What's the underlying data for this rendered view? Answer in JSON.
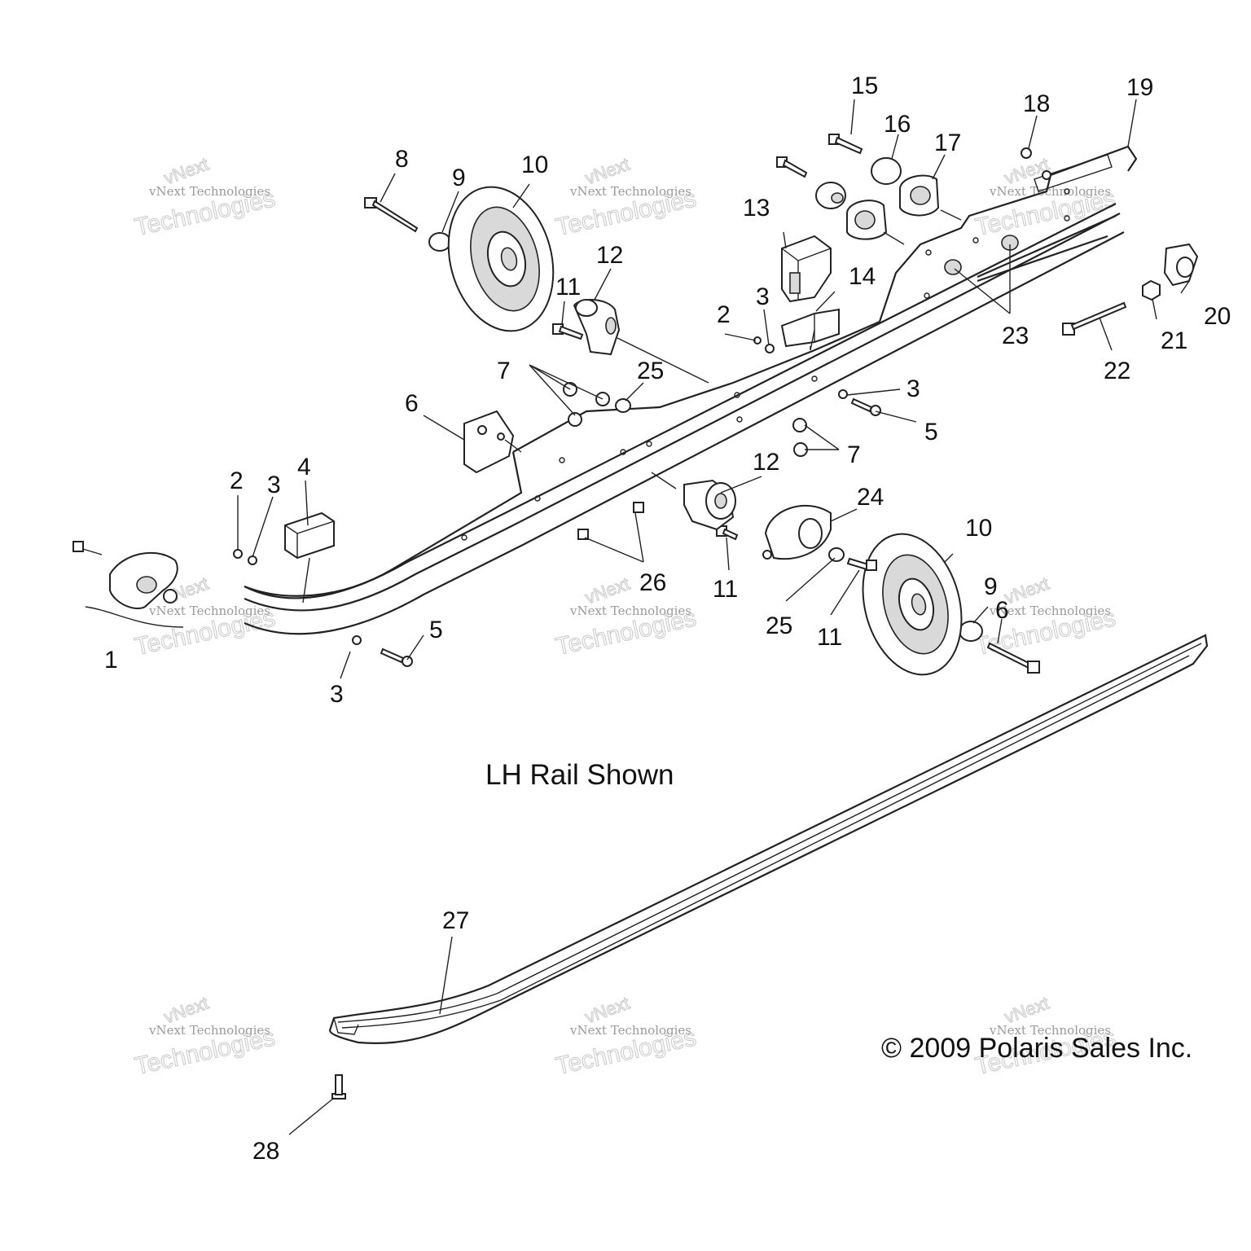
{
  "caption": "LH Rail Shown",
  "copyright": "© 2009 Polaris Sales Inc.",
  "watermark": {
    "line1": "vNext Technologies",
    "line2": "vNext",
    "line3": "Technologies"
  },
  "callouts": {
    "c1": "1",
    "c2a": "2",
    "c2b": "2",
    "c3a": "3",
    "c3b": "3",
    "c3c": "3",
    "c3d": "3",
    "c4": "4",
    "c5a": "5",
    "c5b": "5",
    "c6a": "6",
    "c6b": "6",
    "c7a": "7",
    "c7b": "7",
    "c8": "8",
    "c9a": "9",
    "c9b": "9",
    "c10a": "10",
    "c10b": "10",
    "c11a": "11",
    "c11b": "11",
    "c11c": "11",
    "c12a": "12",
    "c12b": "12",
    "c13": "13",
    "c14": "14",
    "c15": "15",
    "c16": "16",
    "c17": "17",
    "c18": "18",
    "c19": "19",
    "c20": "20",
    "c21": "21",
    "c22": "22",
    "c23": "23",
    "c24": "24",
    "c25a": "25",
    "c25b": "25",
    "c26": "26",
    "c27": "27",
    "c28": "28"
  }
}
